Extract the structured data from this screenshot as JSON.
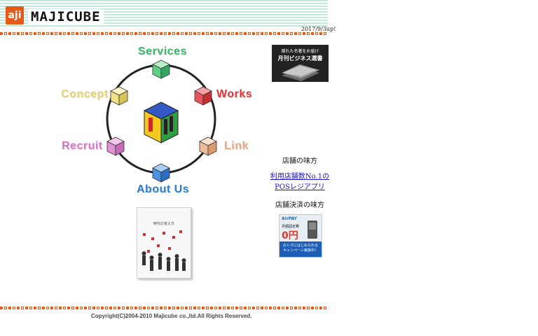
{
  "header": {
    "logo_mark": "aji",
    "logo_text": "MAJICUBE",
    "date": "2017/9/3up!"
  },
  "nav": {
    "services": "Services",
    "concept": "Concept",
    "works": "Works",
    "recruit": "Recruit",
    "link": "Link",
    "about": "About Us"
  },
  "book": {
    "title": "時代の覚え方"
  },
  "sidebar": {
    "ad1_line1": "隠れた名著をお届け",
    "ad1_line2": "月刊ビジネス選書",
    "store_label": "店舗の味方",
    "pos_link_line1": "利用店舗数No.1の",
    "pos_link_line2": "POSレジアプリ",
    "payment_label": "店舗決済の味方",
    "ad2_brand": "AirPAY",
    "ad2_line1": "月額固定費",
    "ad2_zero": "0円",
    "ad2_line2": "おトクにはじめられる",
    "ad2_line3": "キャンペーン実施中！"
  },
  "footer": {
    "copyright": "Copyright(C)2004-2010 Majicube co.,ltd.All Rights Reserved."
  },
  "colors": {
    "accent_orange": "#e85a0f",
    "header_stripe": "#c2e8de"
  }
}
